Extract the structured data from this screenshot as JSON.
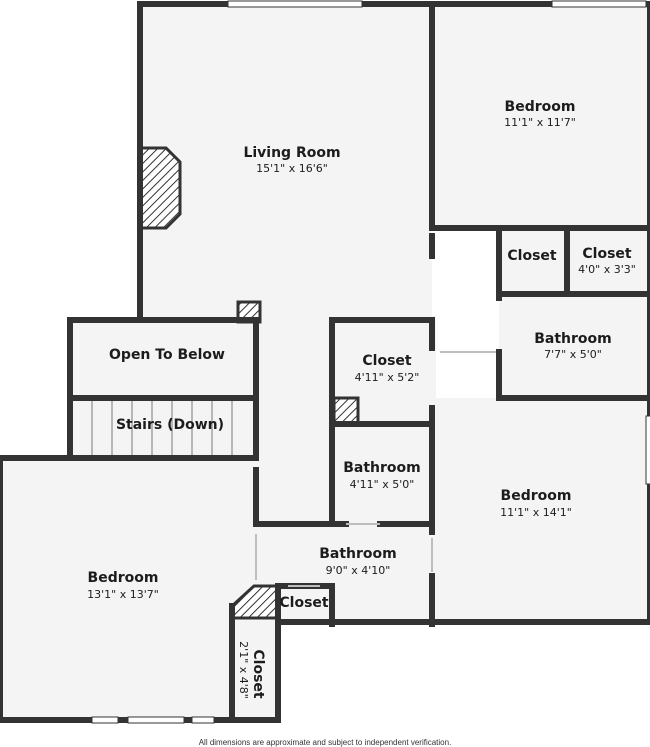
{
  "rooms": {
    "living_room": {
      "name": "Living Room",
      "dims": "15'1\" x 16'6\""
    },
    "bedroom_top_right": {
      "name": "Bedroom",
      "dims": "11'1\" x 11'7\""
    },
    "closet_small": {
      "name": "Closet"
    },
    "closet_right": {
      "name": "Closet",
      "dims": "4'0\" x 3'3\""
    },
    "bathroom_right": {
      "name": "Bathroom",
      "dims": "7'7\" x 5'0\""
    },
    "open_to_below": {
      "name": "Open To Below"
    },
    "stairs": {
      "name": "Stairs (Down)"
    },
    "closet_center": {
      "name": "Closet",
      "dims": "4'11\" x 5'2\""
    },
    "bathroom_center": {
      "name": "Bathroom",
      "dims": "4'11\" x 5'0\""
    },
    "bedroom_right": {
      "name": "Bedroom",
      "dims": "11'1\" x 14'1\""
    },
    "bedroom_left": {
      "name": "Bedroom",
      "dims": "13'1\" x 13'7\""
    },
    "bathroom_bottom": {
      "name": "Bathroom",
      "dims": "9'0\" x 4'10\""
    },
    "closet_bottom": {
      "name": "Closet"
    },
    "closet_vertical": {
      "name": "Closet",
      "dims": "2'1\" x 4'8\""
    }
  },
  "footer": "All dimensions are approximate and subject to independent verification.",
  "colors": {
    "wall": "#333333",
    "floor": "#f4f4f4",
    "hatch": "#333333"
  }
}
